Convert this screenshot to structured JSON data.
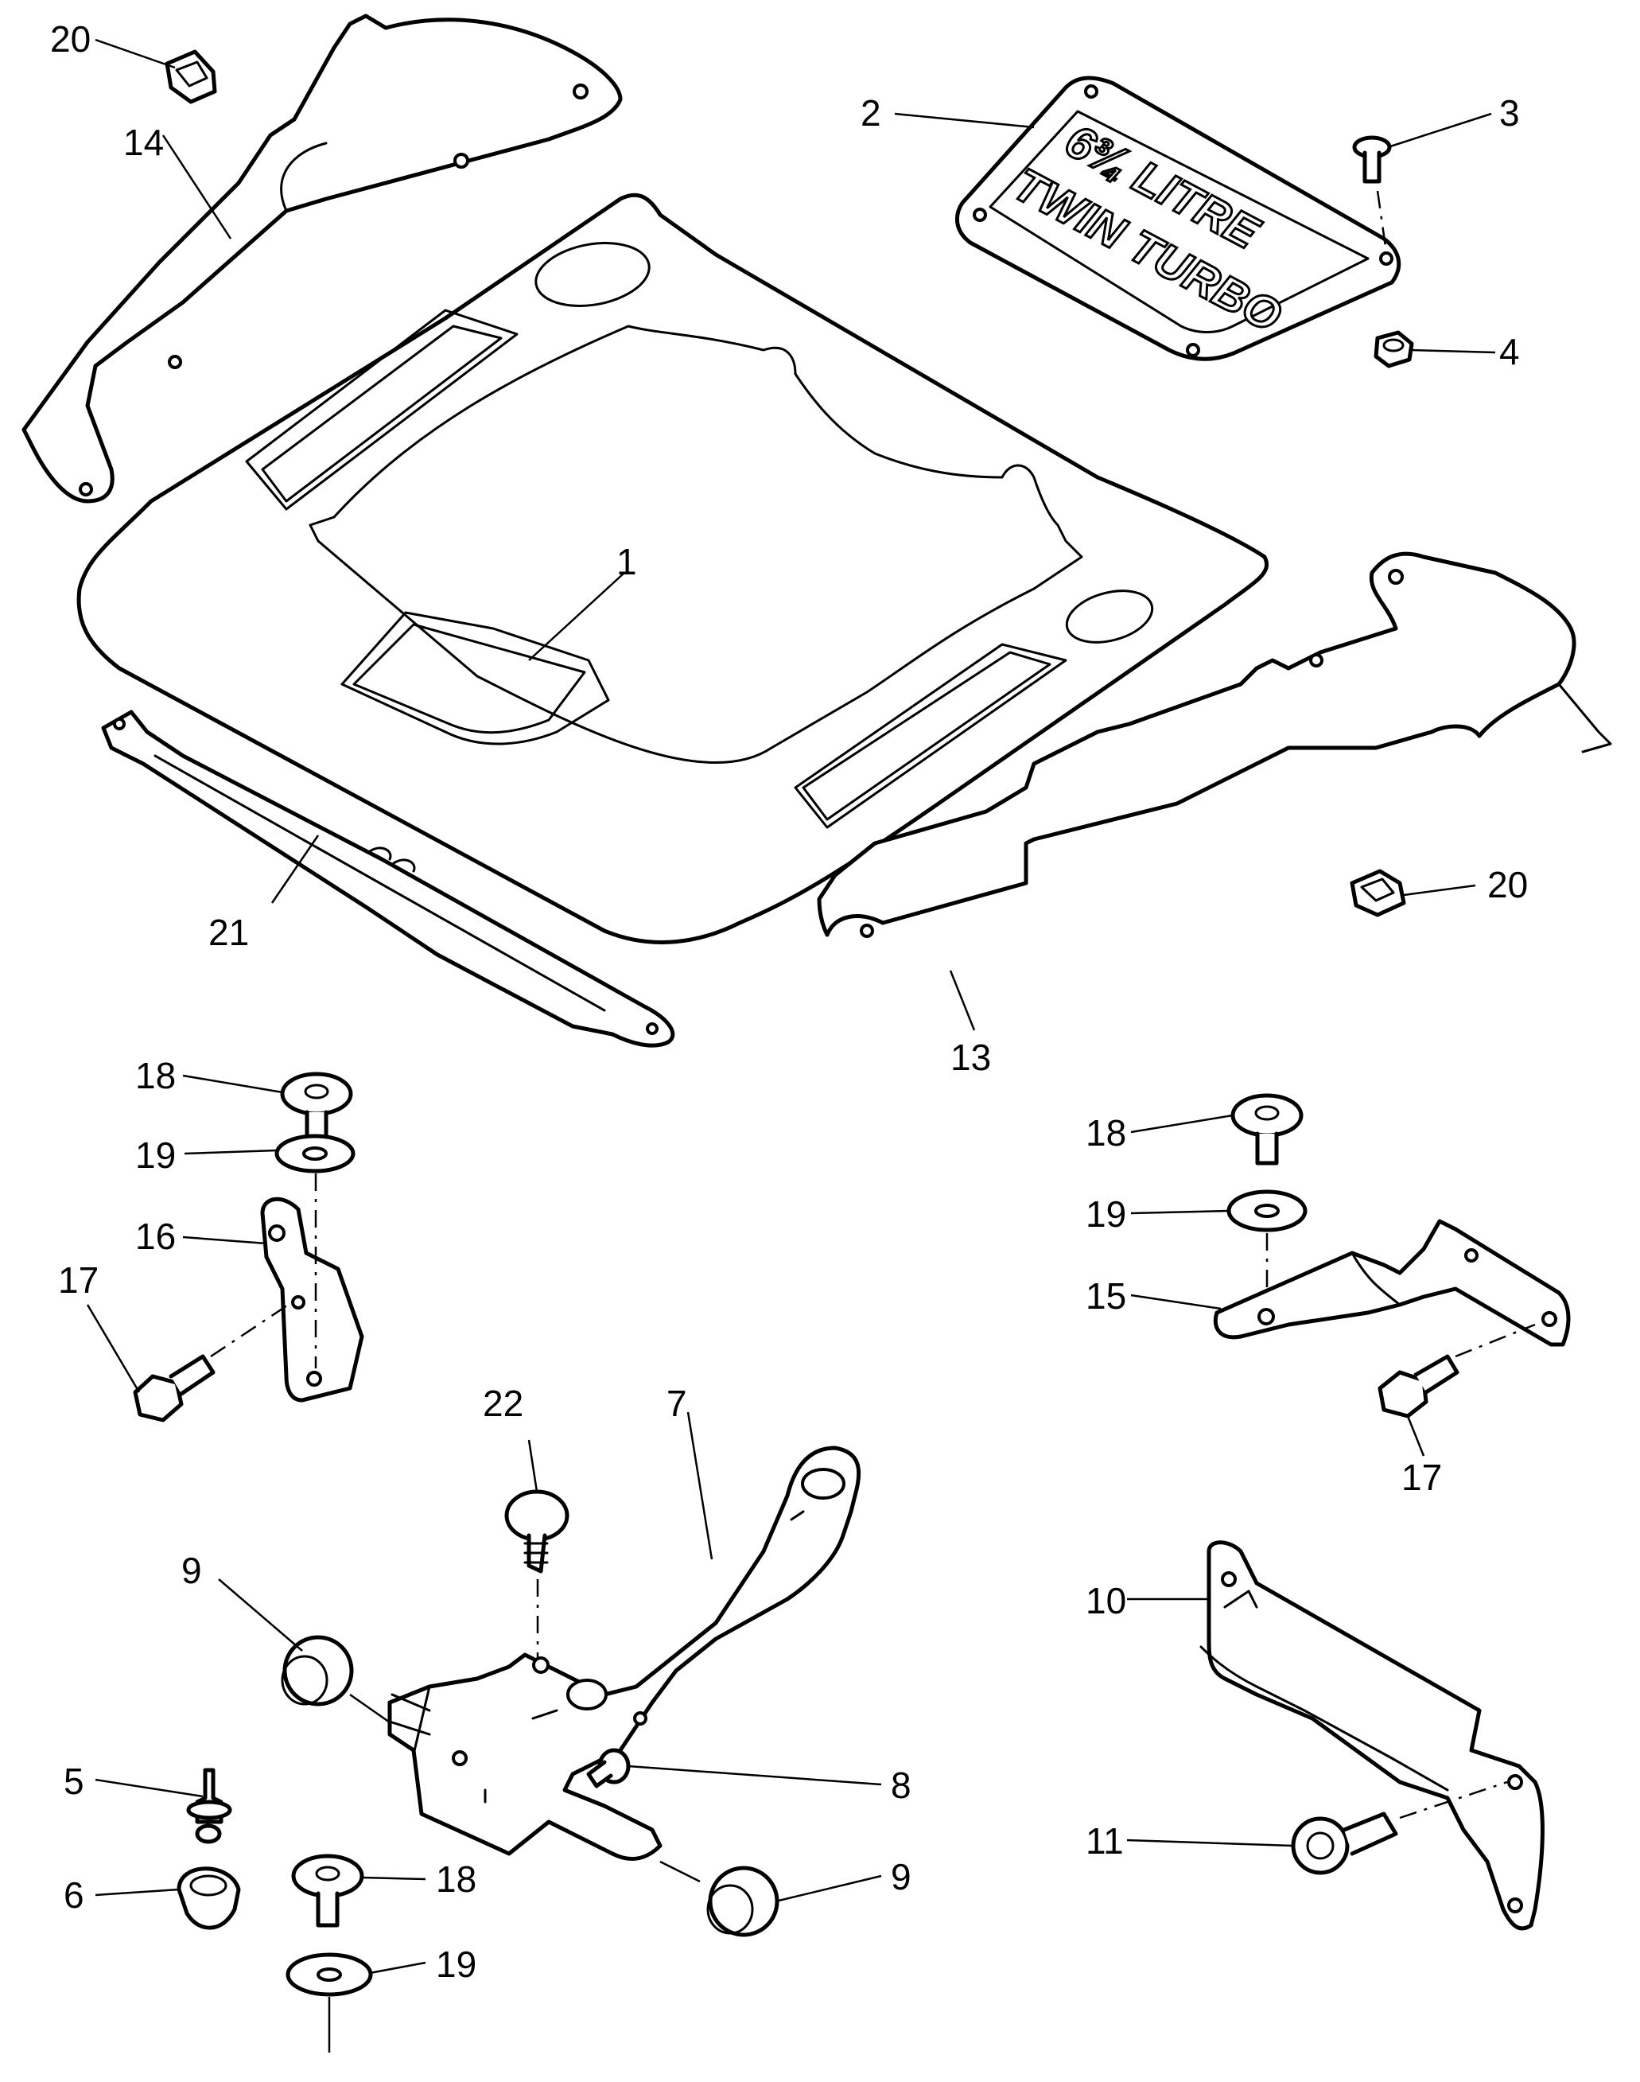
{
  "plate": {
    "line1": "6¾ LITRE",
    "line2": "TWIN TURBO"
  },
  "callouts": {
    "c1": "1",
    "c2": "2",
    "c3": "3",
    "c4": "4",
    "c5": "5",
    "c6": "6",
    "c7": "7",
    "c8": "8",
    "c9a": "9",
    "c9b": "9",
    "c10": "10",
    "c11": "11",
    "c13": "13",
    "c14": "14",
    "c15": "15",
    "c16": "16",
    "c17a": "17",
    "c17b": "17",
    "c18a": "18",
    "c18b": "18",
    "c18c": "18",
    "c19a": "19",
    "c19b": "19",
    "c19c": "19",
    "c20a": "20",
    "c20b": "20",
    "c21": "21",
    "c22": "22"
  }
}
